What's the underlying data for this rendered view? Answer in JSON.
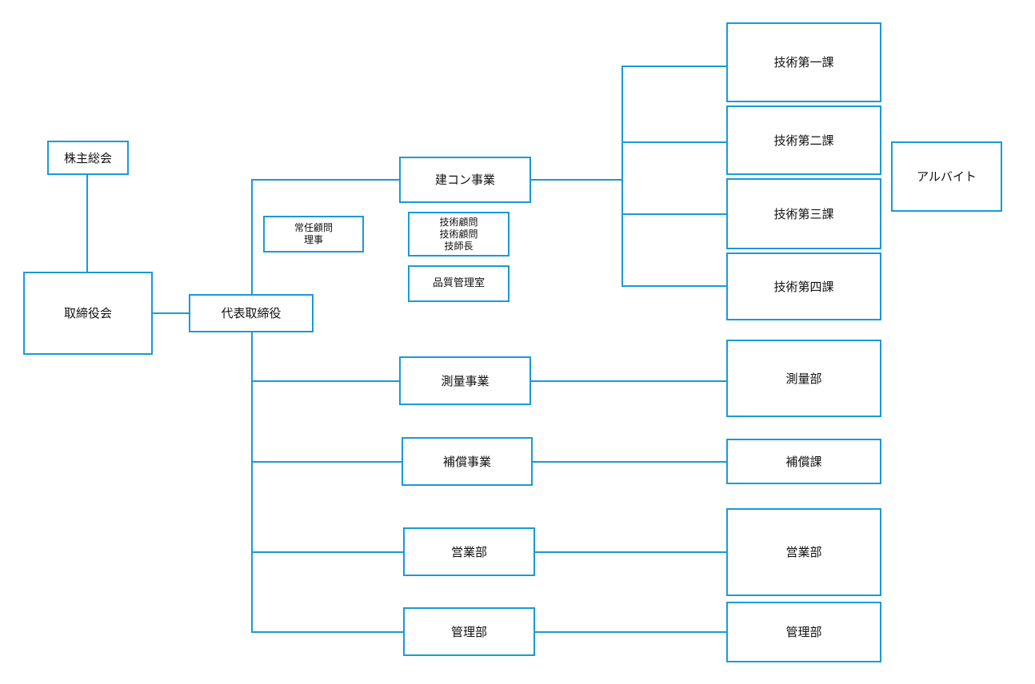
{
  "accent_color": "#1a9ad6",
  "nodes": {
    "shareholders": "株主総会",
    "board": "取締役会",
    "ceo": "代表取締役",
    "advisor": [
      "常任顧問",
      "理事"
    ],
    "tech_advisor": [
      "技術顧問",
      "技術顧問",
      "技師長"
    ],
    "qa": "品質管理室",
    "construction": "建コン事業",
    "tech1": "技術第一課",
    "tech2": "技術第二課",
    "tech3": "技術第三課",
    "tech4": "技術第四課",
    "parttime": "アルバイト",
    "survey_biz": "測量事業",
    "survey_dept": "測量部",
    "comp_biz": "補償事業",
    "comp_sec": "補償課",
    "sales_div": "営業部",
    "sales_dept": "営業部",
    "admin_div": "管理部",
    "admin_dept": "管理部"
  }
}
